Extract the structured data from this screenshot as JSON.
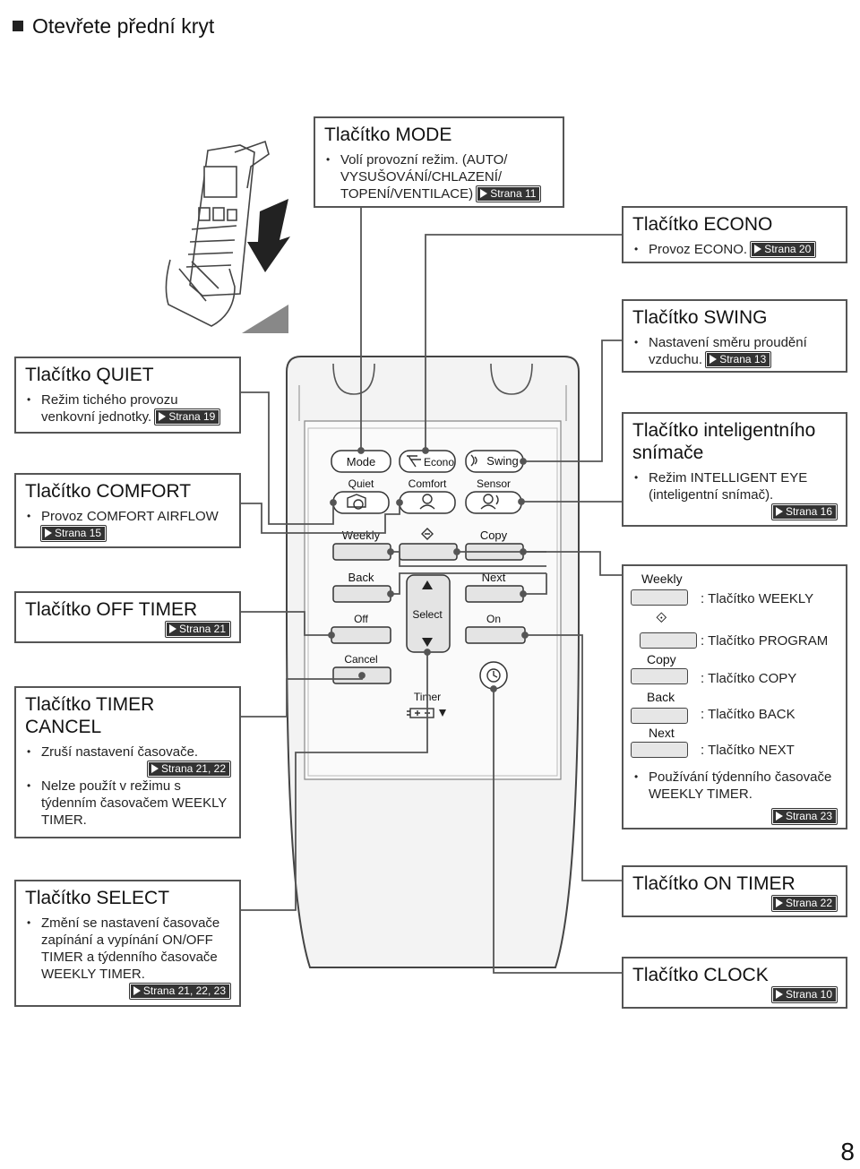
{
  "header": {
    "title": "Otevřete přední kryt"
  },
  "page_number": "8",
  "boxes": {
    "mode": {
      "title": "Tlačítko MODE",
      "text": "Volí provozní režim. (AUTO/ VYSUŠOVÁNÍ/CHLAZENÍ/ TOPENÍ/VENTILACE)",
      "ref": "Strana 11"
    },
    "econo": {
      "title": "Tlačítko ECONO",
      "text": "Provoz ECONO.",
      "ref": "Strana 20"
    },
    "swing": {
      "title": "Tlačítko SWING",
      "text": "Nastavení směru proudění vzduchu.",
      "ref": "Strana 13"
    },
    "sensor": {
      "title": "Tlačítko inteligentního snímače",
      "text": "Režim INTELLIGENT EYE (inteligentní snímač).",
      "ref": "Strana 16"
    },
    "quiet": {
      "title": "Tlačítko QUIET",
      "text": "Režim tichého provozu venkovní jednotky.",
      "ref": "Strana 19"
    },
    "comfort": {
      "title": "Tlačítko COMFORT",
      "text": "Provoz COMFORT AIRFLOW",
      "ref": "Strana 15"
    },
    "off_timer": {
      "title": "Tlačítko OFF TIMER",
      "ref": "Strana 21"
    },
    "timer_cancel": {
      "title": "Tlačítko TIMER CANCEL",
      "text1": "Zruší nastavení časovače.",
      "ref1": "Strana 21, 22",
      "text2": "Nelze použít v režimu s týdenním časovačem WEEKLY TIMER."
    },
    "select": {
      "title": "Tlačítko SELECT",
      "text": "Změní se nastavení časovače zapínání a vypínání ON/OFF TIMER a týdenního časovače WEEKLY TIMER.",
      "ref": "Strana 21, 22, 23"
    },
    "on_timer": {
      "title": "Tlačítko ON TIMER",
      "ref": "Strana 22"
    },
    "clock": {
      "title": "Tlačítko CLOCK",
      "ref": "Strana 10"
    },
    "weekly": {
      "key_weekly": "Weekly",
      "desc_weekly": ": Tlačítko WEEKLY",
      "desc_program": ": Tlačítko PROGRAM",
      "key_copy": "Copy",
      "desc_copy": ": Tlačítko COPY",
      "key_back": "Back",
      "desc_back": ": Tlačítko BACK",
      "key_next": "Next",
      "desc_next": ": Tlačítko NEXT",
      "text": "Používání týdenního časovače WEEKLY TIMER.",
      "ref": "Strana 23"
    }
  },
  "remote_labels": {
    "mode": "Mode",
    "econo": "Econo",
    "swing": "Swing",
    "quiet": "Quiet",
    "comfort": "Comfort",
    "sensor": "Sensor",
    "weekly": "Weekly",
    "copy": "Copy",
    "back": "Back",
    "next": "Next",
    "select": "Select",
    "off": "Off",
    "on": "On",
    "cancel": "Cancel",
    "timer": "Timer"
  }
}
